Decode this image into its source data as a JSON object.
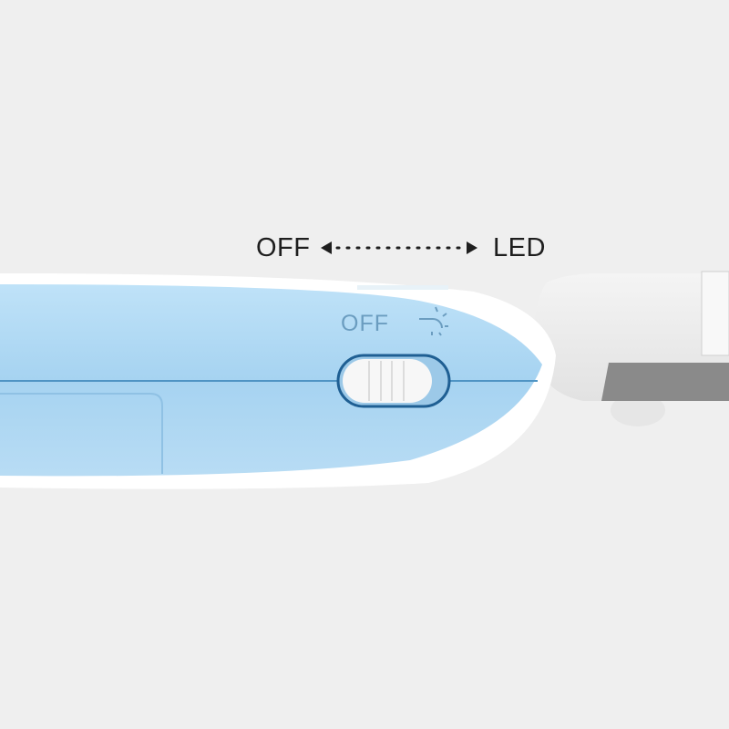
{
  "caption": {
    "off_label": "OFF",
    "led_label": "LED"
  },
  "device": {
    "embossed_off": "OFF",
    "switch_position": "OFF"
  },
  "colors": {
    "background": "#efefef",
    "body_blue": "#a8d4f0",
    "shell_white": "#ffffff",
    "text": "#1e1e1e",
    "blade_grey": "#8a8a8a"
  }
}
